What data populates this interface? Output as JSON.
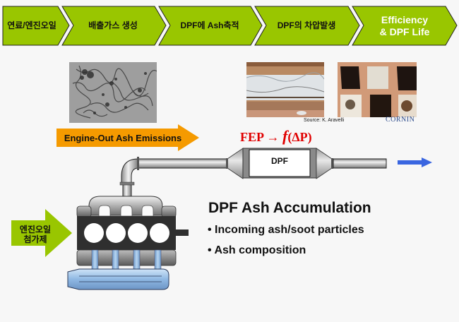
{
  "process_flow": {
    "steps": [
      {
        "label": "연료/엔진오일"
      },
      {
        "label": "배출가스 생성"
      },
      {
        "label": "DPF에 Ash축적"
      },
      {
        "label": "DPF의 차압발생"
      },
      {
        "label": "Efficiency\n& DPF Life"
      }
    ],
    "fill_color": "#99c600",
    "final_text_color": "#ffffff"
  },
  "photos": {
    "soot_micrograph": {
      "description": "soot particle micrograph"
    },
    "ash_channel_section": {
      "description": "DPF channel with ash deposit"
    },
    "ash_plugged_cells": {
      "description": "DPF cell face with ash plugs"
    },
    "source_caption": "Source: K. Aravelli",
    "corning_caption": "CORNIN"
  },
  "engine_out_arrow": {
    "label": "Engine-Out Ash Emissions",
    "color": "#f59a00"
  },
  "fep_formula": {
    "prefix": "FEP",
    "arrow": "→",
    "func": "f",
    "arg": "(ΔP)",
    "color": "#e00000"
  },
  "dpf": {
    "label": "DPF"
  },
  "exhaust_arrow": {
    "color": "#3a66e0"
  },
  "oil_arrow": {
    "label_line1": "엔진오일",
    "label_line2": "첨가제",
    "color": "#99c600"
  },
  "section": {
    "title": "DPF Ash Accumulation",
    "bullets": [
      "• Incoming ash/soot particles",
      "• Ash composition"
    ]
  }
}
